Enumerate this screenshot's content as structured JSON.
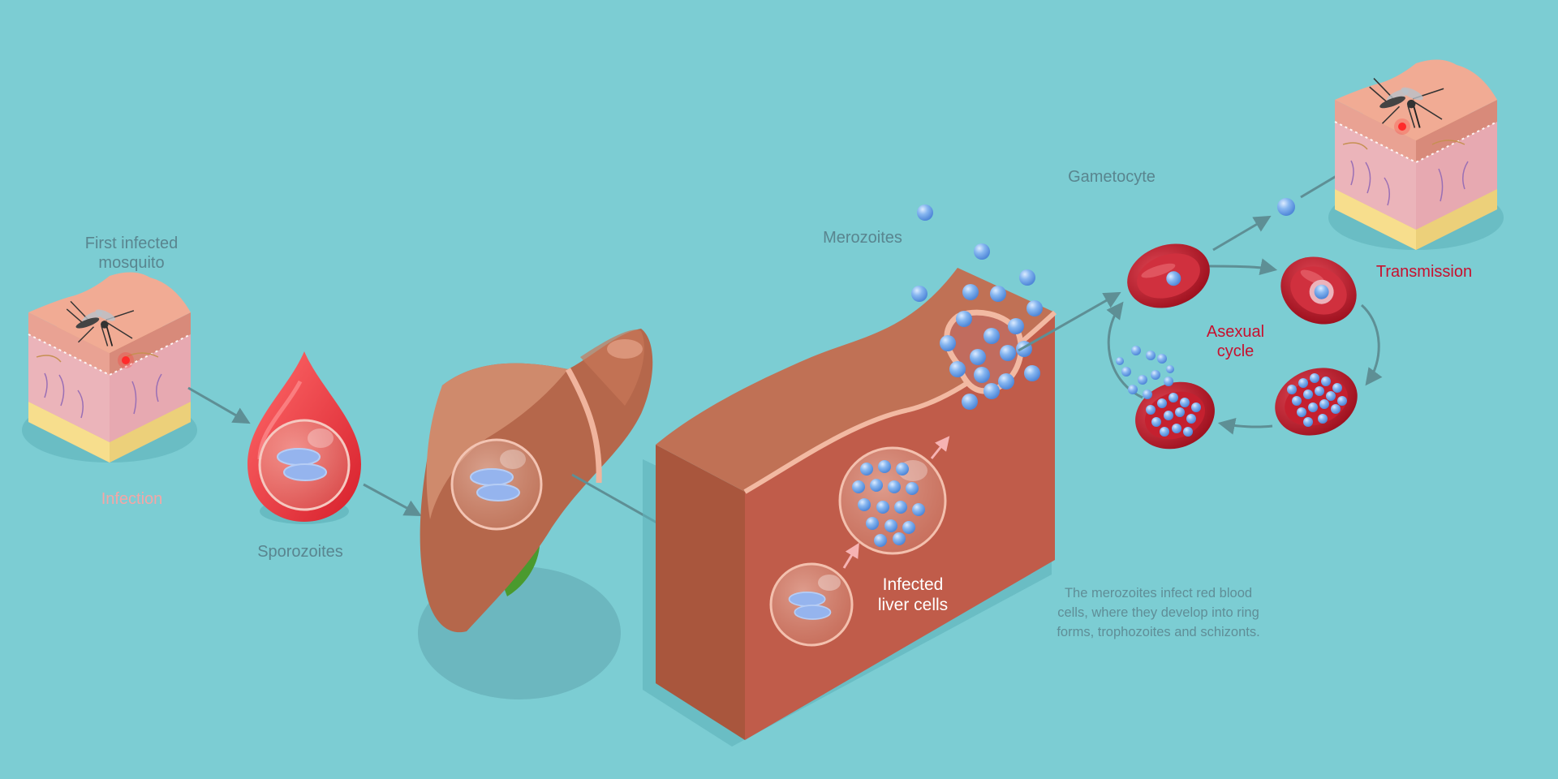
{
  "labels": {
    "first_mosquito": "First infected\nmosquito",
    "infection": "Infection",
    "sporozoites": "Sporozoites",
    "merozoites": "Merozoites",
    "gametocyte": "Gametocyte",
    "transmission": "Transmission",
    "asexual_cycle": "Asexual\ncycle",
    "infected_liver_cells": "Infected\nliver cells",
    "description": "The merozoites infect red blood\ncells, where they develop  into ring\nforms, trophozoites and schizonts."
  },
  "colors": {
    "background": "#7ccdd3",
    "label_gray": "#59858f",
    "label_red": "#c8102e",
    "liver": "#b5674b",
    "blood_red": "#c8102e",
    "merozoite_blue": "#7ab0ec",
    "arrow": "#5e8f95"
  }
}
